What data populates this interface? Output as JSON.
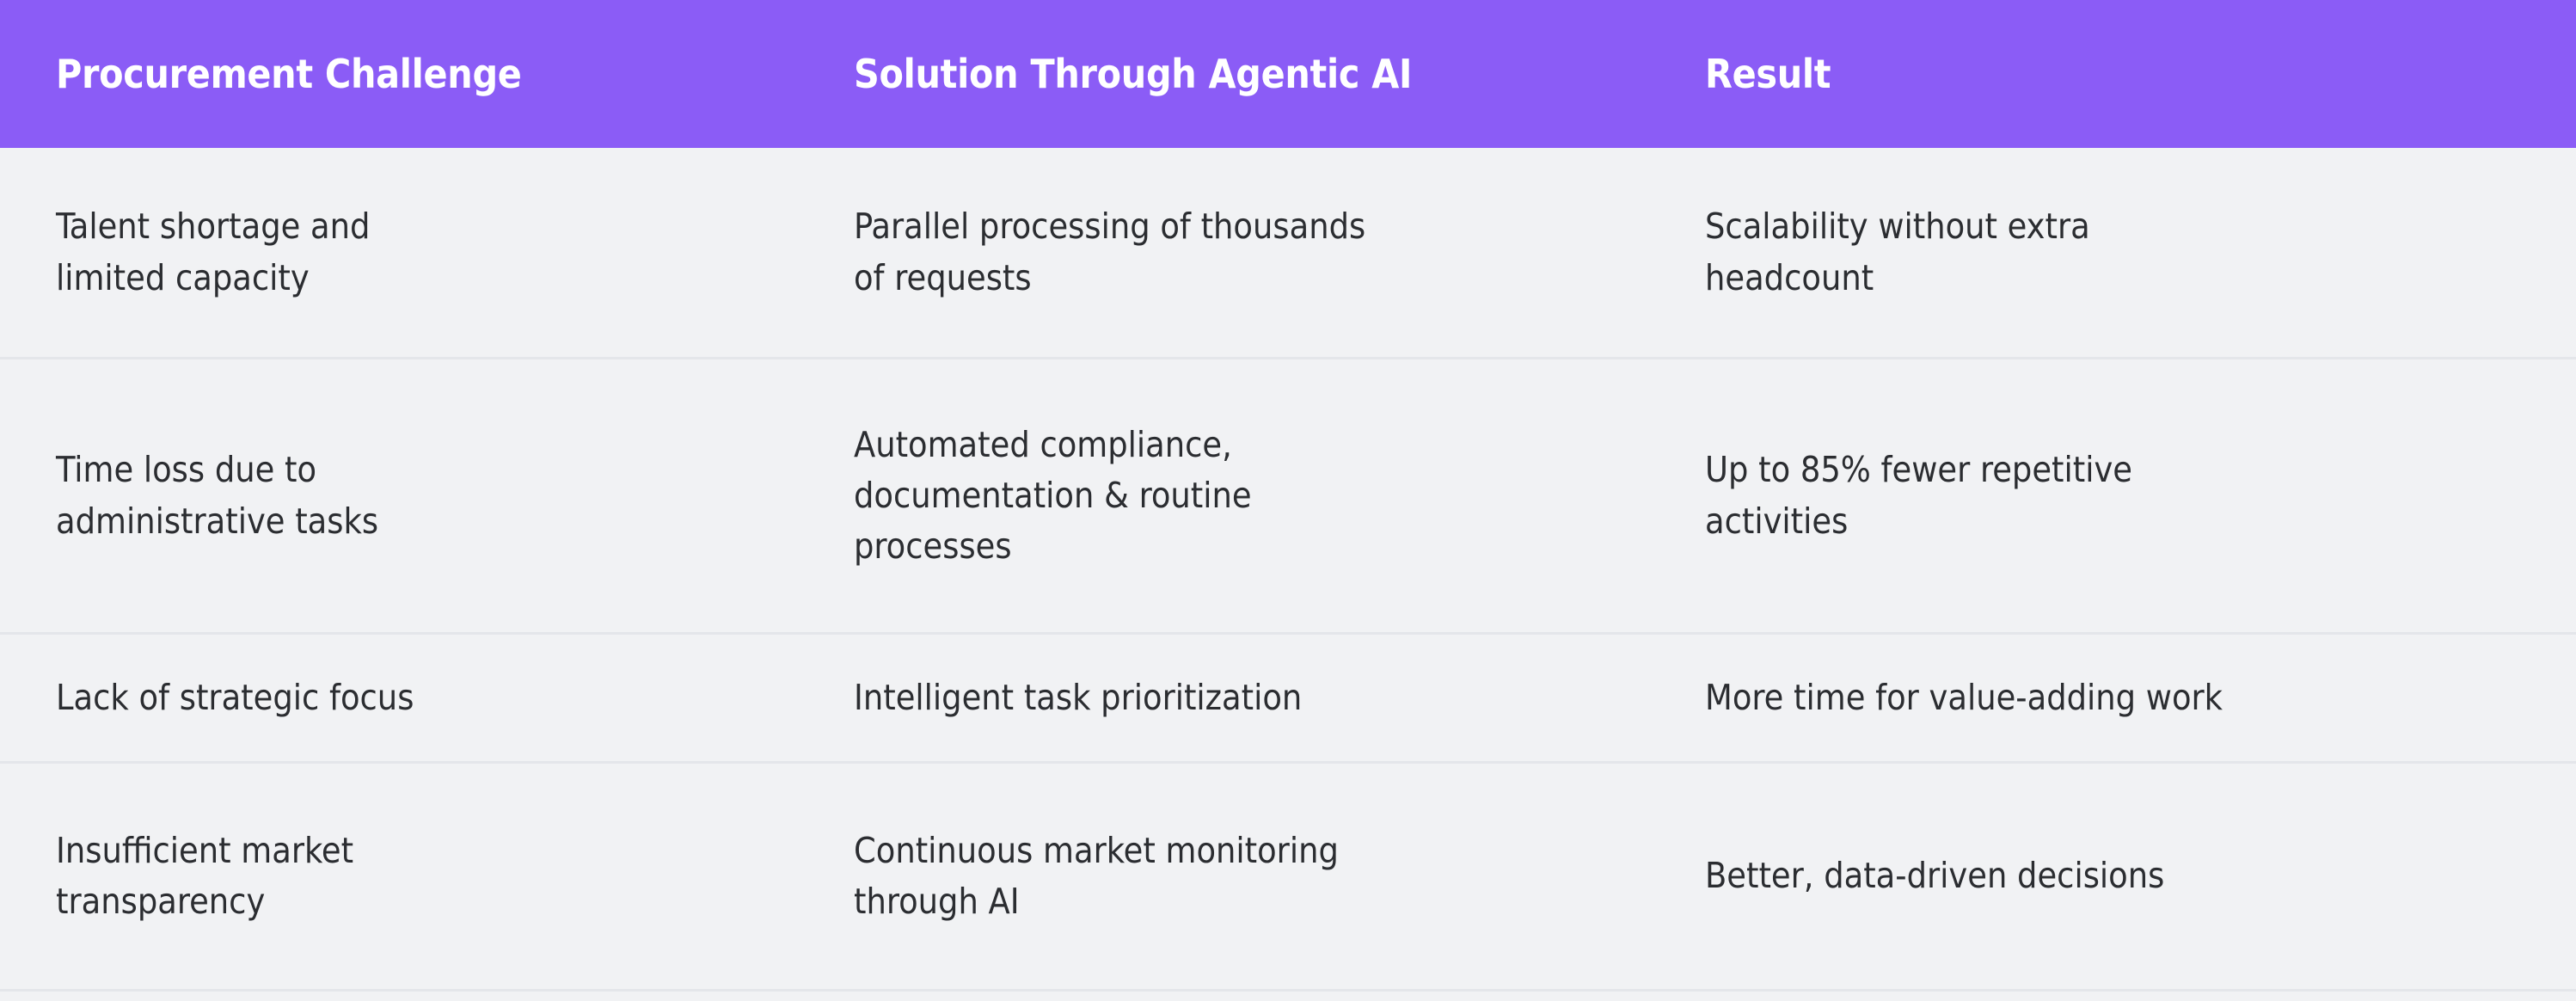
{
  "theme": {
    "header_bg": "#8b5cf6",
    "header_text": "#ffffff",
    "body_bg": "#f1f2f4",
    "body_text": "#2b2d31",
    "row_divider": "#e4e6ea"
  },
  "table": {
    "columns": [
      {
        "label": "Procurement Challenge"
      },
      {
        "label": "Solution Through Agentic AI"
      },
      {
        "label": "Result"
      }
    ],
    "rows": [
      {
        "challenge": {
          "line1": "Talent shortage and",
          "line2": "limited capacity"
        },
        "solution": {
          "line1": "Parallel processing of thousands",
          "line2": "of requests"
        },
        "result": {
          "line1": "Scalability without extra",
          "line2": "headcount"
        }
      },
      {
        "challenge": {
          "line1": "Time loss due to",
          "line2": "administrative tasks"
        },
        "solution": {
          "line1": "Automated compliance,",
          "line2": "documentation & routine",
          "line3": "processes"
        },
        "result": {
          "line1": "Up to 85% fewer repetitive",
          "line2": "activities"
        }
      },
      {
        "challenge": {
          "line1": "Lack of strategic focus"
        },
        "solution": {
          "line1": "Intelligent task prioritization"
        },
        "result": {
          "line1": "More time for value-adding work"
        }
      },
      {
        "challenge": {
          "line1": "Insufficient market",
          "line2": "transparency"
        },
        "solution": {
          "line1": "Continuous market monitoring",
          "line2": "through AI"
        },
        "result": {
          "line1": "Better, data-driven decisions"
        }
      }
    ]
  }
}
